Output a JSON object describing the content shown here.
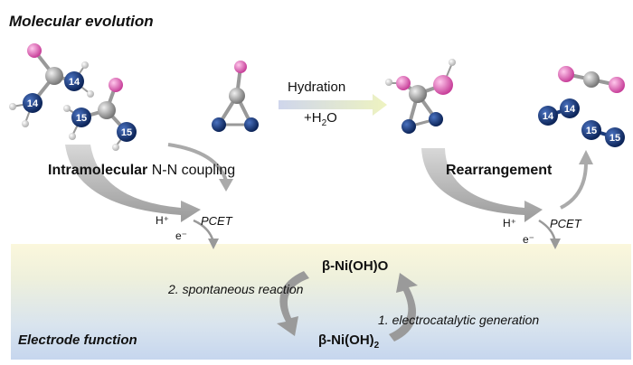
{
  "header": {
    "title": "Molecular evolution"
  },
  "labels": {
    "n14": "14",
    "n15": "15"
  },
  "coupling": {
    "bold": "Intramolecular",
    "rest": " N-N coupling"
  },
  "hydration": {
    "top": "Hydration",
    "plus": "+H",
    "sub": "2",
    "tail": "O"
  },
  "rearrangement": "Rearrangement",
  "pcet": {
    "proton": "H⁺",
    "electron": "e⁻",
    "label": "PCET"
  },
  "electrode": {
    "title": "Electrode function",
    "top_species": "β-Ni(OH)O",
    "bottom_species_main": "β-Ni(OH)",
    "bottom_species_sub": "2",
    "spontaneous": "2. spontaneous reaction",
    "electro": "1. electrocatalytic generation"
  },
  "colors": {
    "oxygen": "#e070b8",
    "carbon": "#a8a8a8",
    "nitrogen": "#1a3a7a",
    "hydrogen": "#f0f0f0",
    "arrow": "#b8b8b8"
  }
}
